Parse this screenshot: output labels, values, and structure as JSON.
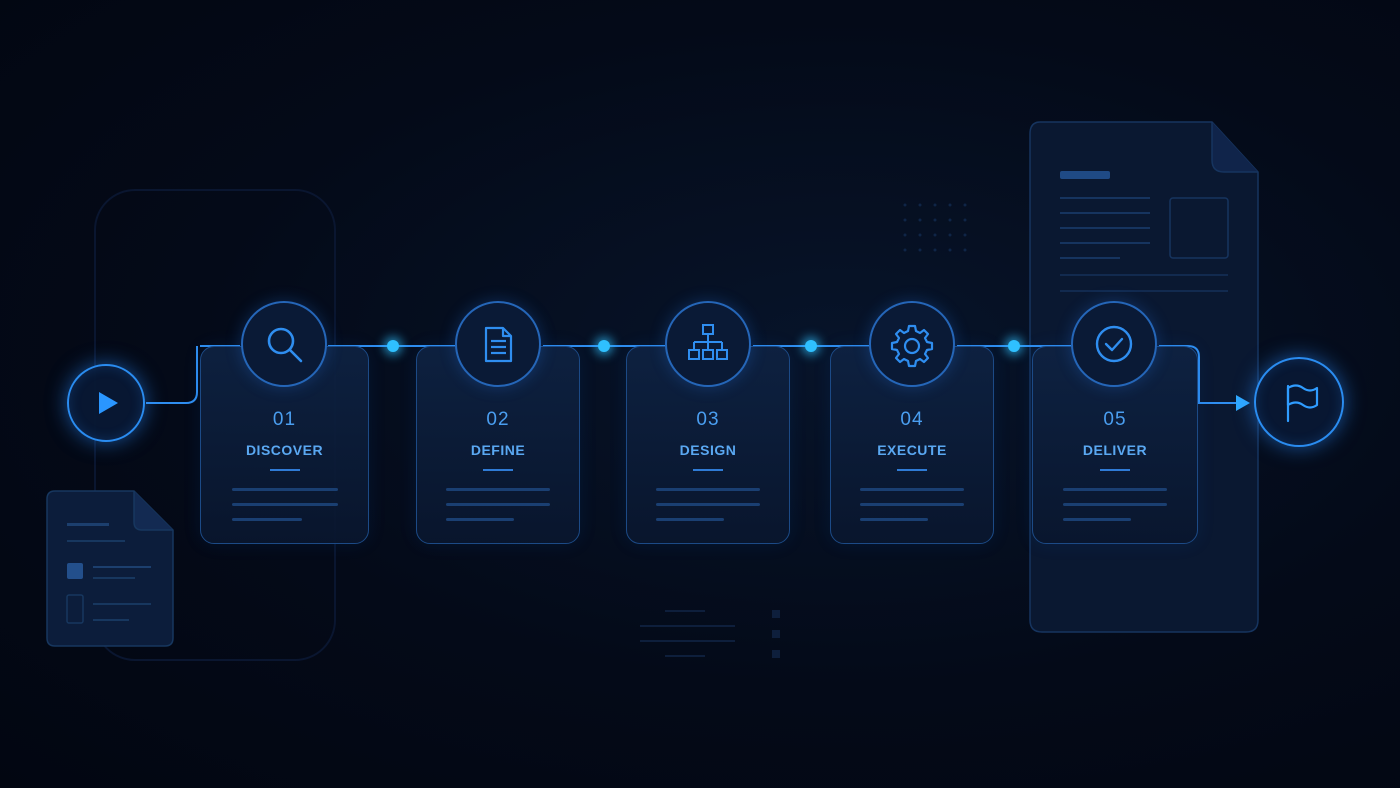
{
  "start_node": {
    "icon": "play-icon"
  },
  "end_node": {
    "icon": "flag-icon"
  },
  "steps": [
    {
      "number": "01",
      "label": "DISCOVER",
      "icon": "search-icon"
    },
    {
      "number": "02",
      "label": "DEFINE",
      "icon": "document-icon"
    },
    {
      "number": "03",
      "label": "DESIGN",
      "icon": "hierarchy-icon"
    },
    {
      "number": "04",
      "label": "EXECUTE",
      "icon": "gear-icon"
    },
    {
      "number": "05",
      "label": "DELIVER",
      "icon": "check-circle-icon"
    }
  ],
  "colors": {
    "background": "#040a18",
    "accent": "#2fc0ff",
    "card_border": "#1c4a86",
    "text": "#5aa8f2"
  }
}
